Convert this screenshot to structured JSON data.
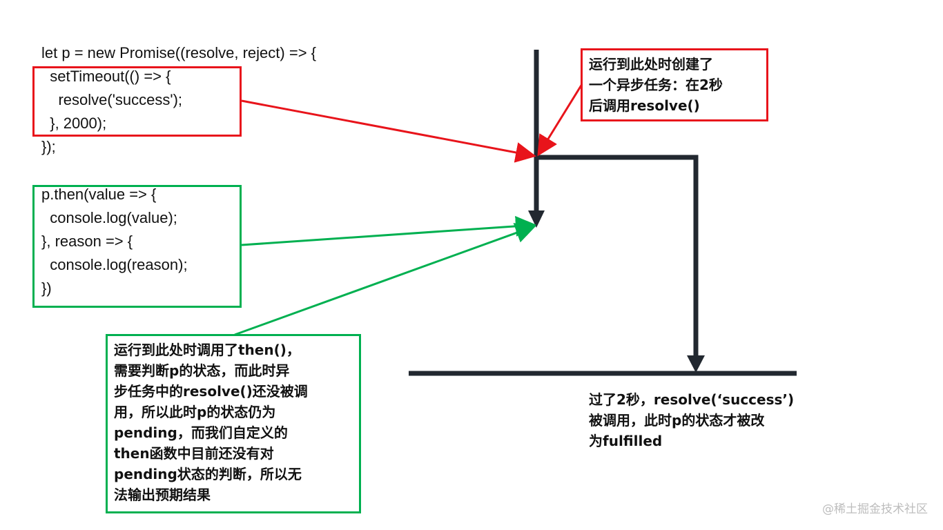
{
  "colors": {
    "red": "#e8141b",
    "green": "#00b050",
    "line": "#222830",
    "watermark": "#bdbdbd"
  },
  "code": {
    "promise_lines": [
      "let p = new Promise((resolve, reject) => {",
      "  setTimeout(() => {",
      "    resolve('success');",
      "  }, 2000);",
      "});"
    ],
    "then_lines": [
      "p.then(value => {",
      "  console.log(value);",
      "}, reason => {",
      "  console.log(reason);",
      "})"
    ]
  },
  "notes": {
    "async_task": {
      "lines": [
        "运行到此处时创建了",
        "一个异步任务：在2秒",
        "后调用resolve()"
      ]
    },
    "then_called": {
      "lines": [
        "运行到此处时调用了then()，",
        "需要判断p的状态，而此时异",
        "步任务中的resolve()还没被调",
        "用，所以此时p的状态仍为",
        "pending，而我们自定义的",
        "then函数中目前还没有对",
        "pending状态的判断，所以无",
        "法输出预期结果"
      ]
    },
    "after_2s": {
      "lines": [
        "过了2秒，resolve(‘success’)",
        "被调用，此时p的状态才被改",
        "为fulfilled"
      ]
    }
  },
  "watermark": "@稀土掘金技术社区"
}
